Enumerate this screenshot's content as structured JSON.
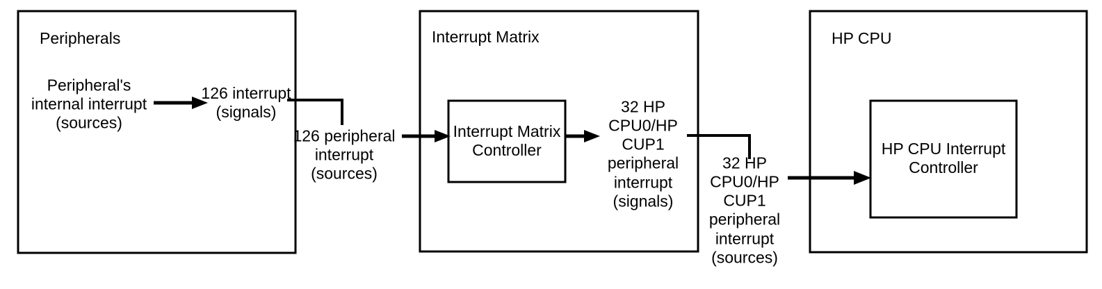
{
  "diagram": {
    "title_group_1": "Peripherals",
    "title_group_2": "Interrupt Matrix",
    "title_group_3": "HP CPU",
    "inner_block_matrix": "Interrupt Matrix\nController",
    "inner_block_cpu": "HP CPU Interrupt\nController",
    "labels": {
      "peripheral_sources": "Peripheral's\ninternal interrupt\n(sources)",
      "interrupt_signals_126": "126 interrupt\n(signals)",
      "peripheral_interrupt_sources_126": "126 peripheral\ninterrupt\n(sources)",
      "hp_interrupt_signals_32": "32 HP\nCPU0/HP\nCUP1\nperipheral\ninterrupt\n(signals)",
      "hp_interrupt_sources_32": "32 HP\nCPU0/HP\nCUP1\nperipheral\ninterrupt\n(sources)"
    },
    "colors": {
      "stroke": "#000000",
      "fill": "#ffffff",
      "text": "#000000"
    }
  }
}
